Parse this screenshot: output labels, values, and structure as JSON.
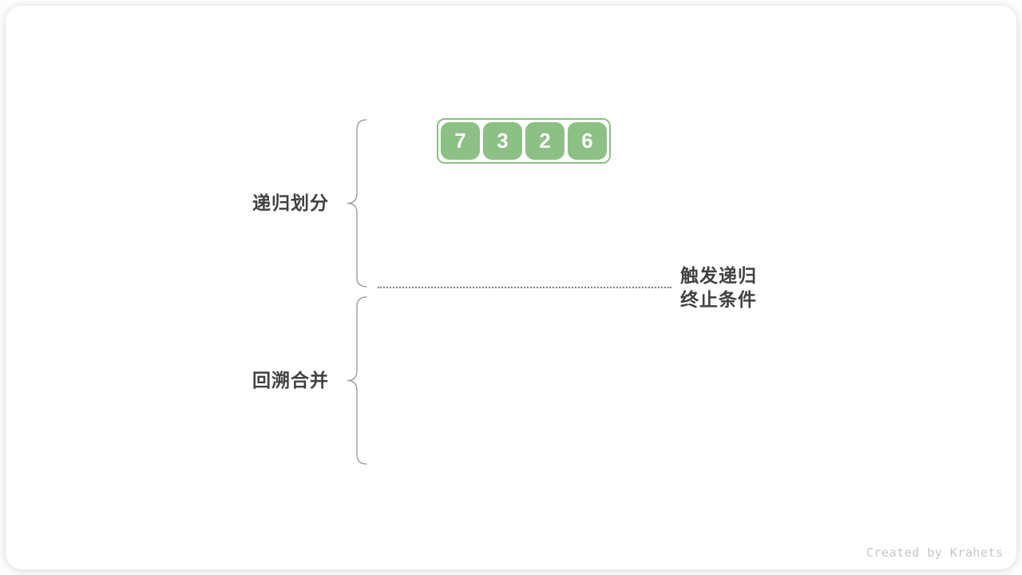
{
  "array": {
    "values": [
      "7",
      "3",
      "2",
      "6"
    ]
  },
  "labels": {
    "divide": "递归划分",
    "merge": "回溯合并"
  },
  "annotation": {
    "line1": "触发递归",
    "line2": "终止条件"
  },
  "credit": "Created by Krahets",
  "colors": {
    "box_green": "#8cc084",
    "label_text": "#414141",
    "brace_gray": "#a3a3a3",
    "dotted_line": "#7d7d7d",
    "credit_text": "#c6c6c6",
    "card_background": "#ffffff"
  }
}
